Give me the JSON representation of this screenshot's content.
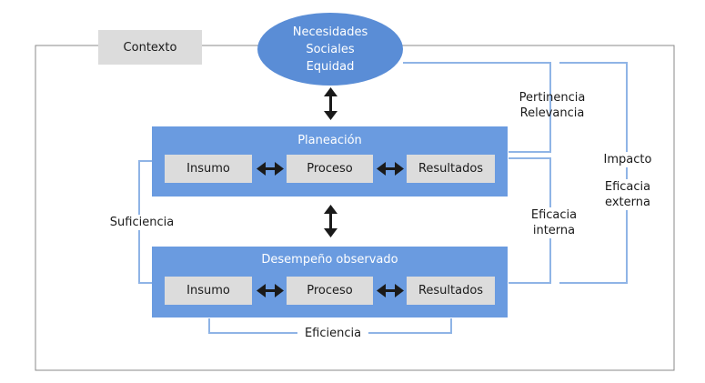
{
  "context_label": "Contexto",
  "needs": {
    "line1": "Necesidades",
    "line2": "Sociales",
    "line3": "Equidad"
  },
  "planning": {
    "title": "Planeación",
    "input": "Insumo",
    "process": "Proceso",
    "results": "Resultados"
  },
  "observed": {
    "title": "Desempeño observado",
    "input": "Insumo",
    "process": "Proceso",
    "results": "Resultados"
  },
  "labels": {
    "pertinence": "Pertinencia",
    "relevance": "Relevancia",
    "impact": "Impacto",
    "ext_eff_1": "Eficacia",
    "ext_eff_2": "externa",
    "int_eff_1": "Eficacia",
    "int_eff_2": "interna",
    "sufficiency": "Suficiencia",
    "efficiency": "Eficiencia"
  },
  "colors": {
    "primary": "#6a9be0",
    "primary_dark": "#5a8dd6",
    "line": "#8fb4e6",
    "box": "#dcdcdc",
    "frame": "#8a8a8a"
  }
}
